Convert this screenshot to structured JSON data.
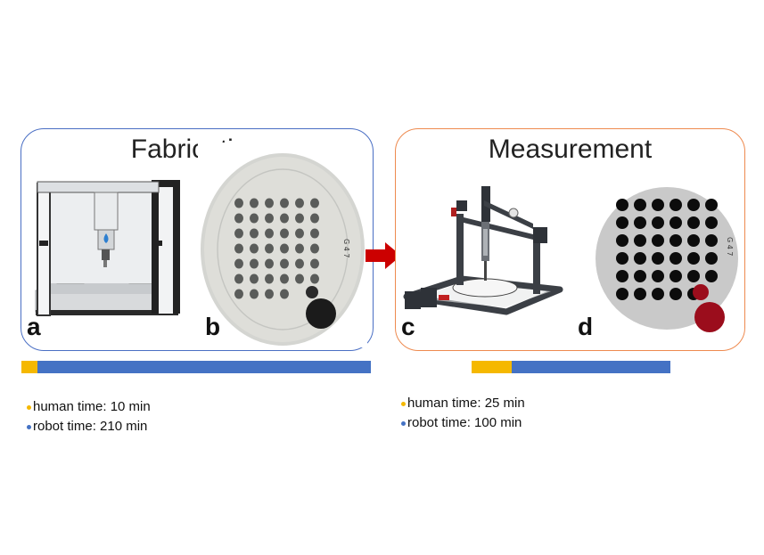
{
  "fabrication": {
    "title": "Fabrication",
    "panel_a_label": "a",
    "panel_b_label": "b",
    "wafer_text": "G 4 7",
    "human_time_label": "human time: 10 min",
    "robot_time_label": "robot time: 210 min",
    "human_time_min": 10,
    "robot_time_min": 210
  },
  "measurement": {
    "title": "Measurement",
    "panel_c_label": "c",
    "panel_d_label": "d",
    "wafer_text": "G 4 7",
    "human_time_label": "human time: 25 min",
    "robot_time_label": "robot time: 100 min",
    "human_time_min": 25,
    "robot_time_min": 100
  },
  "colors": {
    "fabrication_border": "#4a6fc4",
    "measurement_border": "#ee8a4f",
    "human_time": "#f5b800",
    "robot_time": "#4472c4",
    "arrow": "#cc0000",
    "highlight_spot": "#9b0d1c"
  },
  "icons": {
    "arrow": "right-arrow-icon"
  }
}
